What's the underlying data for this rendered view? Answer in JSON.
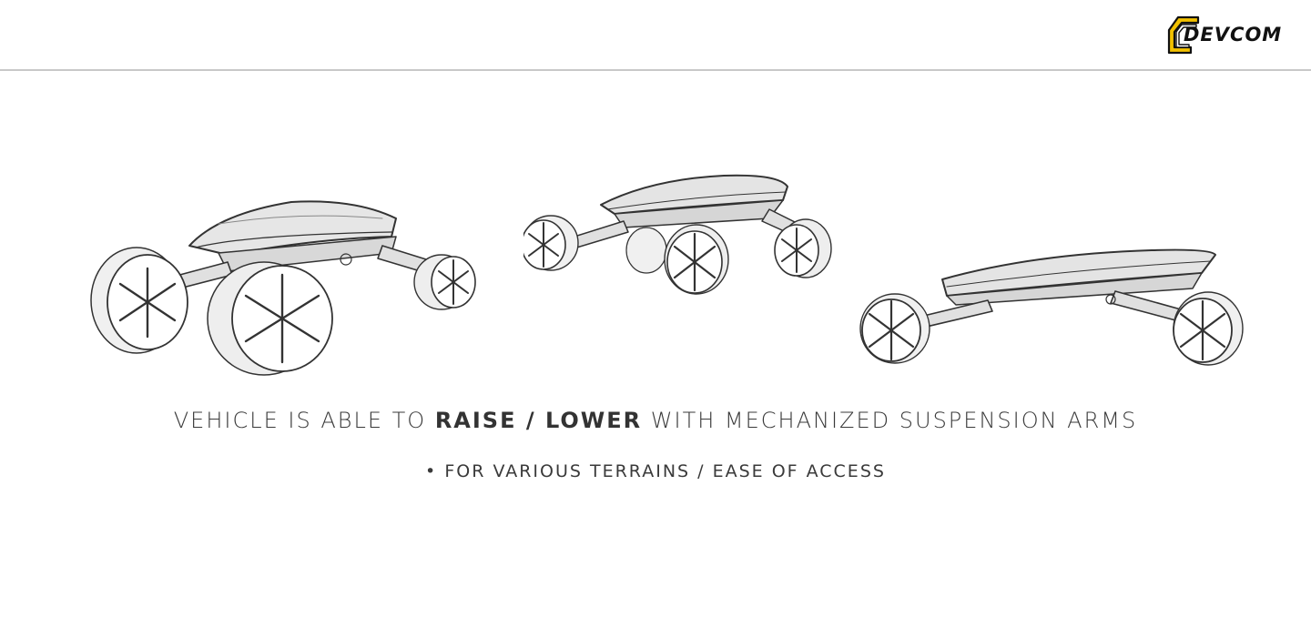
{
  "header": {
    "logo_text": "DEVCOM",
    "logo_accent_color": "#f2c100"
  },
  "headline": {
    "part1": "VEHICLE IS ABLE TO ",
    "raise": "RAISE",
    "sep": " / ",
    "lower": "LOWER",
    "part2": " WITH MECHANIZED SUSPENSION ARMS"
  },
  "bullet": {
    "symbol": "•",
    "text": "FOR VARIOUS TERRAINS / EASE OF ACCESS"
  },
  "sketches": [
    {
      "name": "vehicle-sketch-raised"
    },
    {
      "name": "vehicle-sketch-mid"
    },
    {
      "name": "vehicle-sketch-lowered"
    }
  ]
}
